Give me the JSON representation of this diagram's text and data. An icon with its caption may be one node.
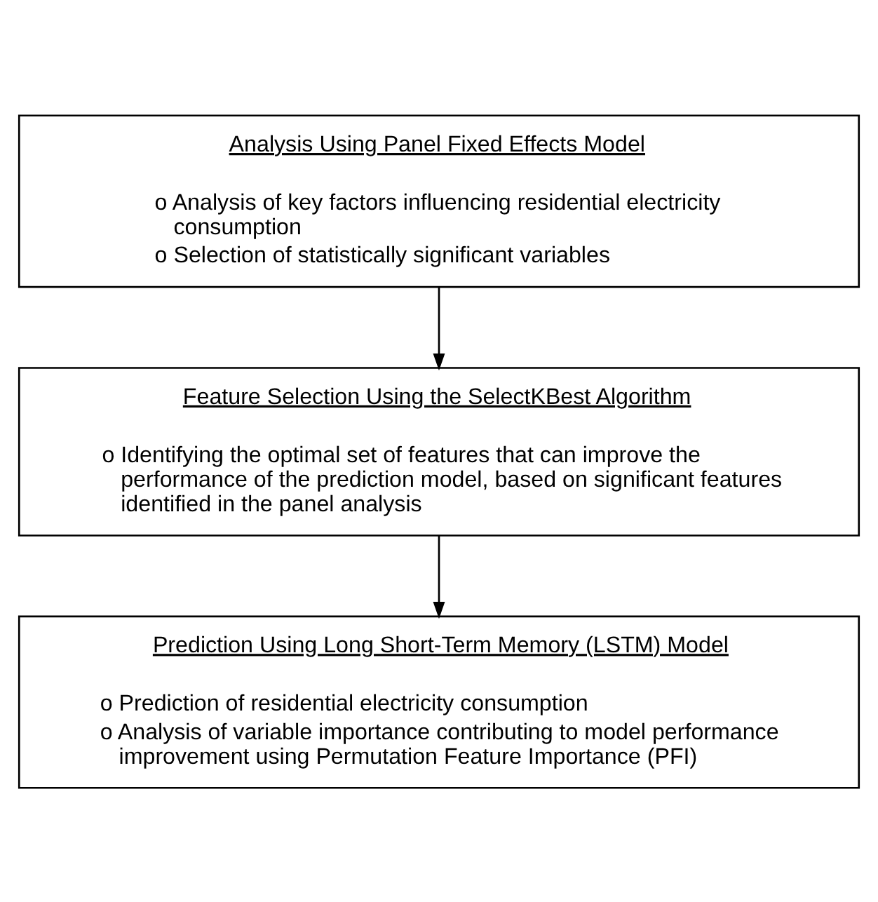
{
  "diagram": {
    "nodes": [
      {
        "text": [
          "Analysis Using Panel Fixed Effects Model",
          "o Analysis of key factors influencing residential electricity consumption",
          "o Selection of statistically significant variables"
        ]
      },
      {
        "text": [
          "Feature Selection Using the SelectKBest Algorithm",
          "o Identifying the optimal set of features that can improve the performance of the prediction model, based on significant features identified in the panel analysis"
        ]
      },
      {
        "text": [
          "Prediction Using Long Short-Term Memory (LSTM) Model",
          "o Prediction of residential electricity consumption",
          "o Analysis of variable importance contributing to model performance improvement using Permutation Feature Importance (PFI)"
        ]
      }
    ],
    "edges": [
      {
        "from": 0,
        "to": 1,
        "arrow": "to"
      },
      {
        "from": 1,
        "to": 2,
        "arrow": "to"
      }
    ]
  }
}
